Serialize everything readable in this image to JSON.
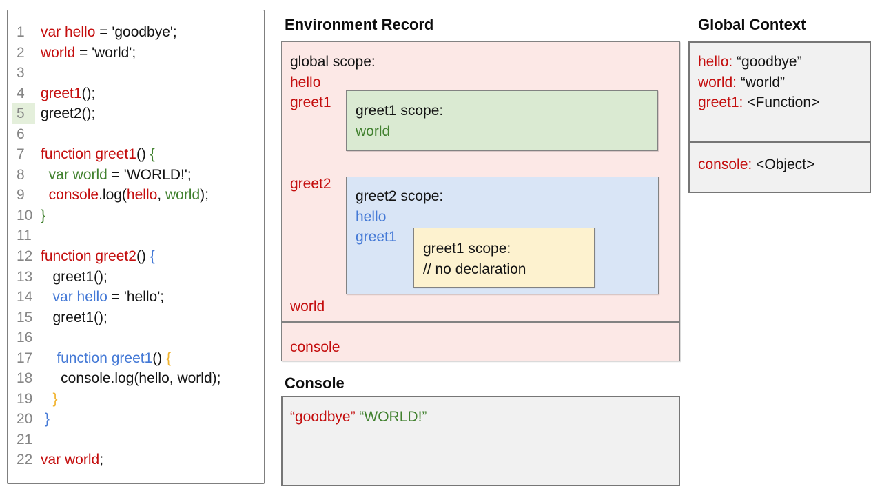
{
  "titles": {
    "environment_record": "Environment Record",
    "console": "Console",
    "global_context": "Global Context"
  },
  "colors": {
    "red_text": "#c40e0e",
    "green_text": "#41812f",
    "blue_text": "#4479d6",
    "yellow_text": "#f1b32e",
    "black_text": "#141414",
    "gutter_gray": "#868686",
    "pink_bg": "#fce8e6",
    "green_bg": "#daead2",
    "blue_bg": "#d9e5f6",
    "yellow_bg": "#fdf2cf",
    "gray_bg": "#f1f1f1",
    "highlight_line_bg": "#e4efdb"
  },
  "code_panel": {
    "highlighted_line": 5,
    "lines": [
      {
        "n": 1,
        "segs": [
          [
            "r",
            "var hello"
          ],
          [
            "k",
            " = 'goodbye';"
          ]
        ]
      },
      {
        "n": 2,
        "segs": [
          [
            "r",
            "world"
          ],
          [
            "k",
            " = 'world';"
          ]
        ]
      },
      {
        "n": 3,
        "segs": []
      },
      {
        "n": 4,
        "segs": [
          [
            "r",
            "greet1"
          ],
          [
            "k",
            "();"
          ]
        ]
      },
      {
        "n": 5,
        "segs": [
          [
            "k",
            "greet2();"
          ]
        ]
      },
      {
        "n": 6,
        "segs": []
      },
      {
        "n": 7,
        "segs": [
          [
            "r",
            "function greet1"
          ],
          [
            "k",
            "() "
          ],
          [
            "g",
            "{"
          ]
        ]
      },
      {
        "n": 8,
        "segs": [
          [
            "k",
            "  "
          ],
          [
            "g",
            "var world"
          ],
          [
            "k",
            " = 'WORLD!';"
          ]
        ]
      },
      {
        "n": 9,
        "segs": [
          [
            "k",
            "  "
          ],
          [
            "r",
            "console"
          ],
          [
            "k",
            ".log("
          ],
          [
            "r",
            "hello"
          ],
          [
            "k",
            ", "
          ],
          [
            "g",
            "world"
          ],
          [
            "k",
            ");"
          ]
        ]
      },
      {
        "n": 10,
        "segs": [
          [
            "g",
            "}"
          ]
        ]
      },
      {
        "n": 11,
        "segs": []
      },
      {
        "n": 12,
        "segs": [
          [
            "r",
            "function greet2"
          ],
          [
            "k",
            "() "
          ],
          [
            "b",
            "{"
          ]
        ]
      },
      {
        "n": 13,
        "segs": [
          [
            "k",
            "   greet1();"
          ]
        ]
      },
      {
        "n": 14,
        "segs": [
          [
            "k",
            "   "
          ],
          [
            "b",
            "var hello"
          ],
          [
            "k",
            " = 'hello';"
          ]
        ]
      },
      {
        "n": 15,
        "segs": [
          [
            "k",
            "   greet1();"
          ]
        ]
      },
      {
        "n": 16,
        "segs": []
      },
      {
        "n": 17,
        "segs": [
          [
            "k",
            "    "
          ],
          [
            "b",
            "function greet1"
          ],
          [
            "k",
            "() "
          ],
          [
            "y",
            "{"
          ]
        ]
      },
      {
        "n": 18,
        "segs": [
          [
            "k",
            "     console.log(hello, world);"
          ]
        ]
      },
      {
        "n": 19,
        "segs": [
          [
            "k",
            "   "
          ],
          [
            "y",
            "}"
          ]
        ]
      },
      {
        "n": 20,
        "segs": [
          [
            "k",
            " "
          ],
          [
            "b",
            "}"
          ]
        ]
      },
      {
        "n": 21,
        "segs": []
      },
      {
        "n": 22,
        "segs": [
          [
            "r",
            "var world"
          ],
          [
            "k",
            ";"
          ]
        ]
      }
    ]
  },
  "env_record": {
    "pink_lines": [
      [
        [
          "k",
          "global scope:"
        ]
      ],
      [
        [
          "r",
          "hello"
        ]
      ],
      [
        [
          "r",
          "greet1"
        ]
      ]
    ],
    "greet2_label": "greet2",
    "world_label": "world",
    "console_label": "console",
    "greet1_scope_lines": [
      [
        [
          "k",
          "greet1 scope:"
        ]
      ],
      [
        [
          "g",
          "world"
        ]
      ]
    ],
    "greet2_scope_lines": [
      [
        [
          "k",
          "greet2 scope:"
        ]
      ],
      [
        [
          "b",
          "hello"
        ]
      ],
      [
        [
          "b",
          "greet1"
        ]
      ]
    ],
    "inner_greet1_scope_lines": [
      [
        [
          "k",
          "greet1 scope:"
        ]
      ],
      [
        [
          "k",
          "// no declaration"
        ]
      ]
    ]
  },
  "console_output": {
    "lines": [
      [
        [
          "r",
          "“goodbye”"
        ],
        [
          "k",
          " "
        ],
        [
          "g",
          "“WORLD!”"
        ]
      ]
    ]
  },
  "global_context": {
    "variables_lines": [
      [
        [
          "r",
          "hello:"
        ],
        [
          "k",
          " “goodbye”"
        ]
      ],
      [
        [
          "r",
          "world:"
        ],
        [
          "k",
          " “world”"
        ]
      ],
      [
        [
          "r",
          "greet1:"
        ],
        [
          "k",
          " <Function>"
        ]
      ]
    ],
    "console_lines": [
      [
        [
          "r",
          "console:"
        ],
        [
          "k",
          " <Object>"
        ]
      ]
    ]
  }
}
